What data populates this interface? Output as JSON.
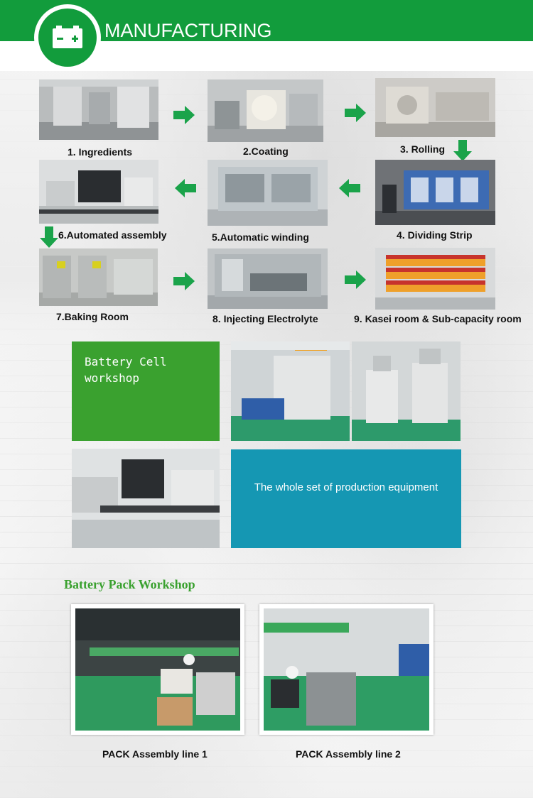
{
  "header": {
    "title": "MANUFACTURING",
    "logo_icon": "battery-icon",
    "bar_color": "#129c3c"
  },
  "process": {
    "steps": [
      {
        "label": "1. Ingredients"
      },
      {
        "label": "2.Coating"
      },
      {
        "label": "3. Rolling"
      },
      {
        "label": "6.Automated assembly"
      },
      {
        "label": "5.Automatic winding"
      },
      {
        "label": "4. Dividing Strip"
      },
      {
        "label": "7.Baking  Room"
      },
      {
        "label": "8. Injecting Electrolyte"
      },
      {
        "label": "9. Kasei room & Sub-capacity room"
      }
    ],
    "arrow_color": "#1aa34a"
  },
  "cell_workshop": {
    "title": "Battery Cell\nworkshop",
    "equipment_caption": "The whole set of production equipment",
    "green_color": "#3aa12f",
    "blue_color": "#1597b3"
  },
  "pack_workshop": {
    "title": "Battery Pack Workshop",
    "lines": [
      {
        "label": "PACK Assembly line 1"
      },
      {
        "label": "PACK Assembly line 2"
      }
    ]
  }
}
